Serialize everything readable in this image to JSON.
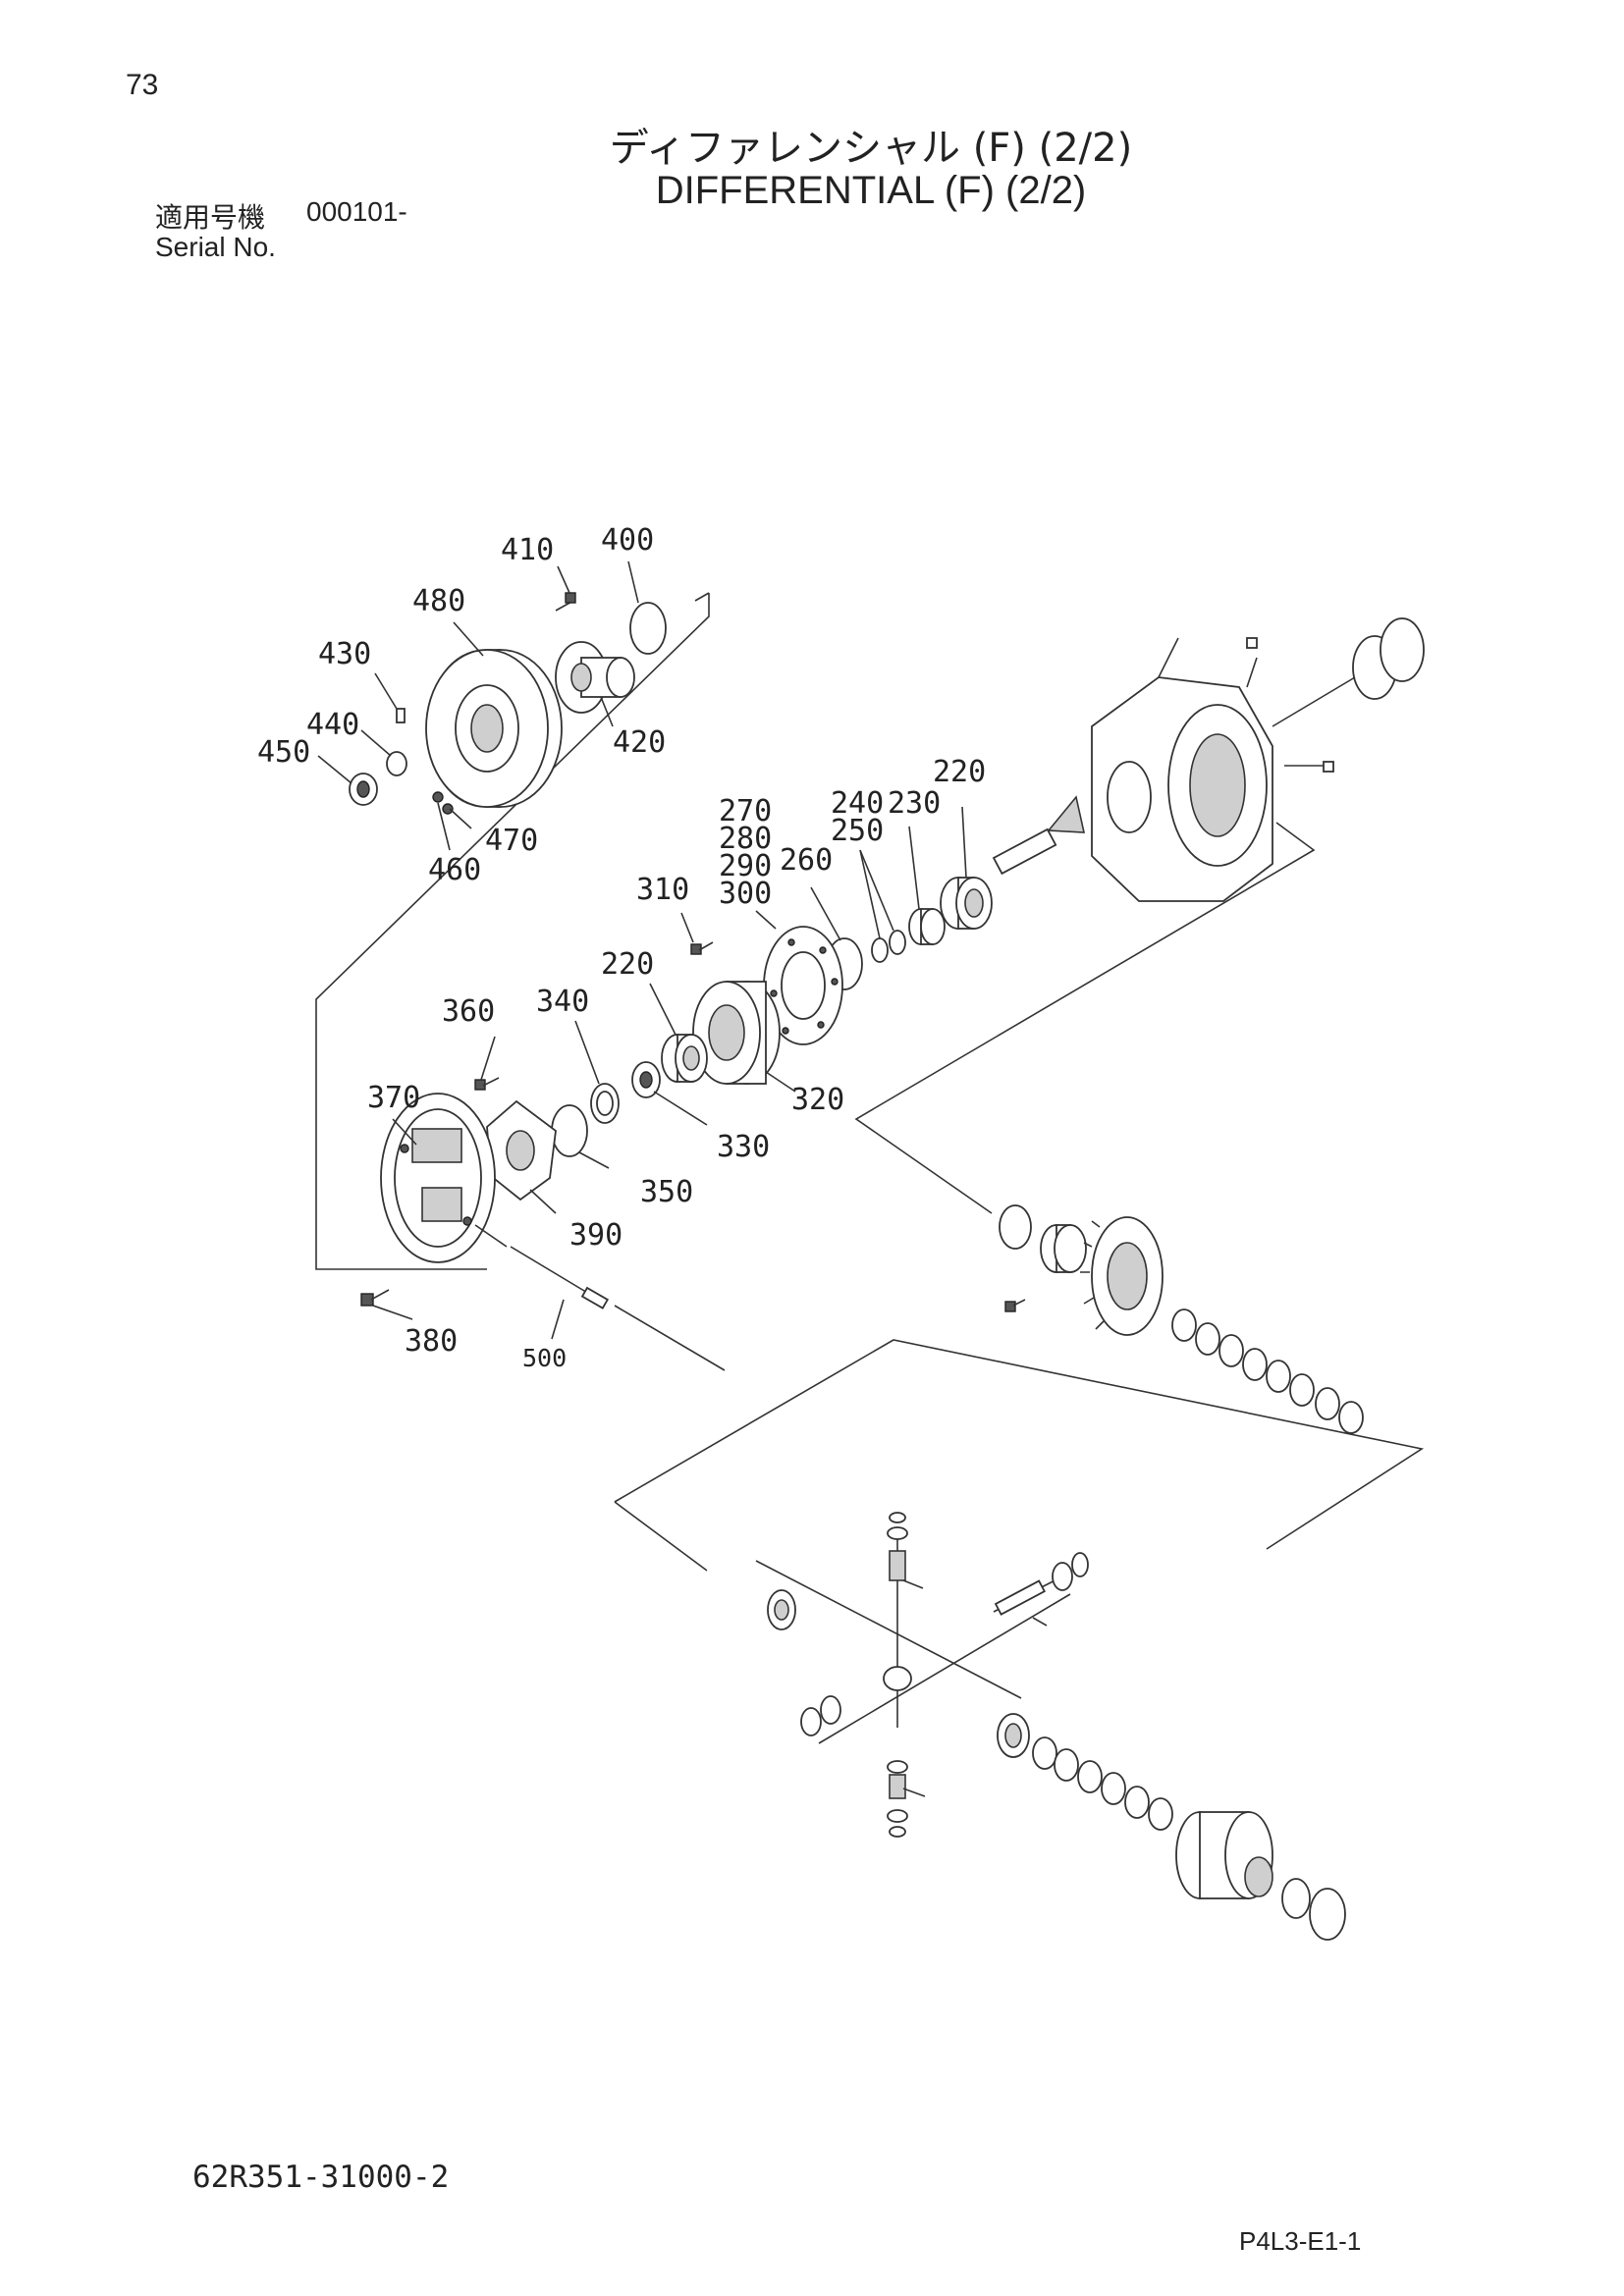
{
  "page_number": "73",
  "title_jp": "ディファレンシャル (F) (2/2)",
  "title_en": "DIFFERENTIAL (F) (2/2)",
  "serial": {
    "label_jp": "適用号機",
    "value": "000101-",
    "label_en": "Serial No."
  },
  "callouts": {
    "c400": "400",
    "c410": "410",
    "c480": "480",
    "c430": "430",
    "c440": "440",
    "c450": "450",
    "c420": "420",
    "c470": "470",
    "c460": "460",
    "c220a": "220",
    "c240": "240",
    "c230": "230",
    "c250": "250",
    "c270": "270",
    "c280": "280",
    "c290": "290",
    "c300": "300",
    "c260": "260",
    "c310": "310",
    "c220b": "220",
    "c360": "360",
    "c340": "340",
    "c370": "370",
    "c320": "320",
    "c330": "330",
    "c350": "350",
    "c390": "390",
    "c380": "380",
    "c500": "500"
  },
  "drawing_number": "62R351-31000-2",
  "sheet_code": "P4L3-E1-1"
}
